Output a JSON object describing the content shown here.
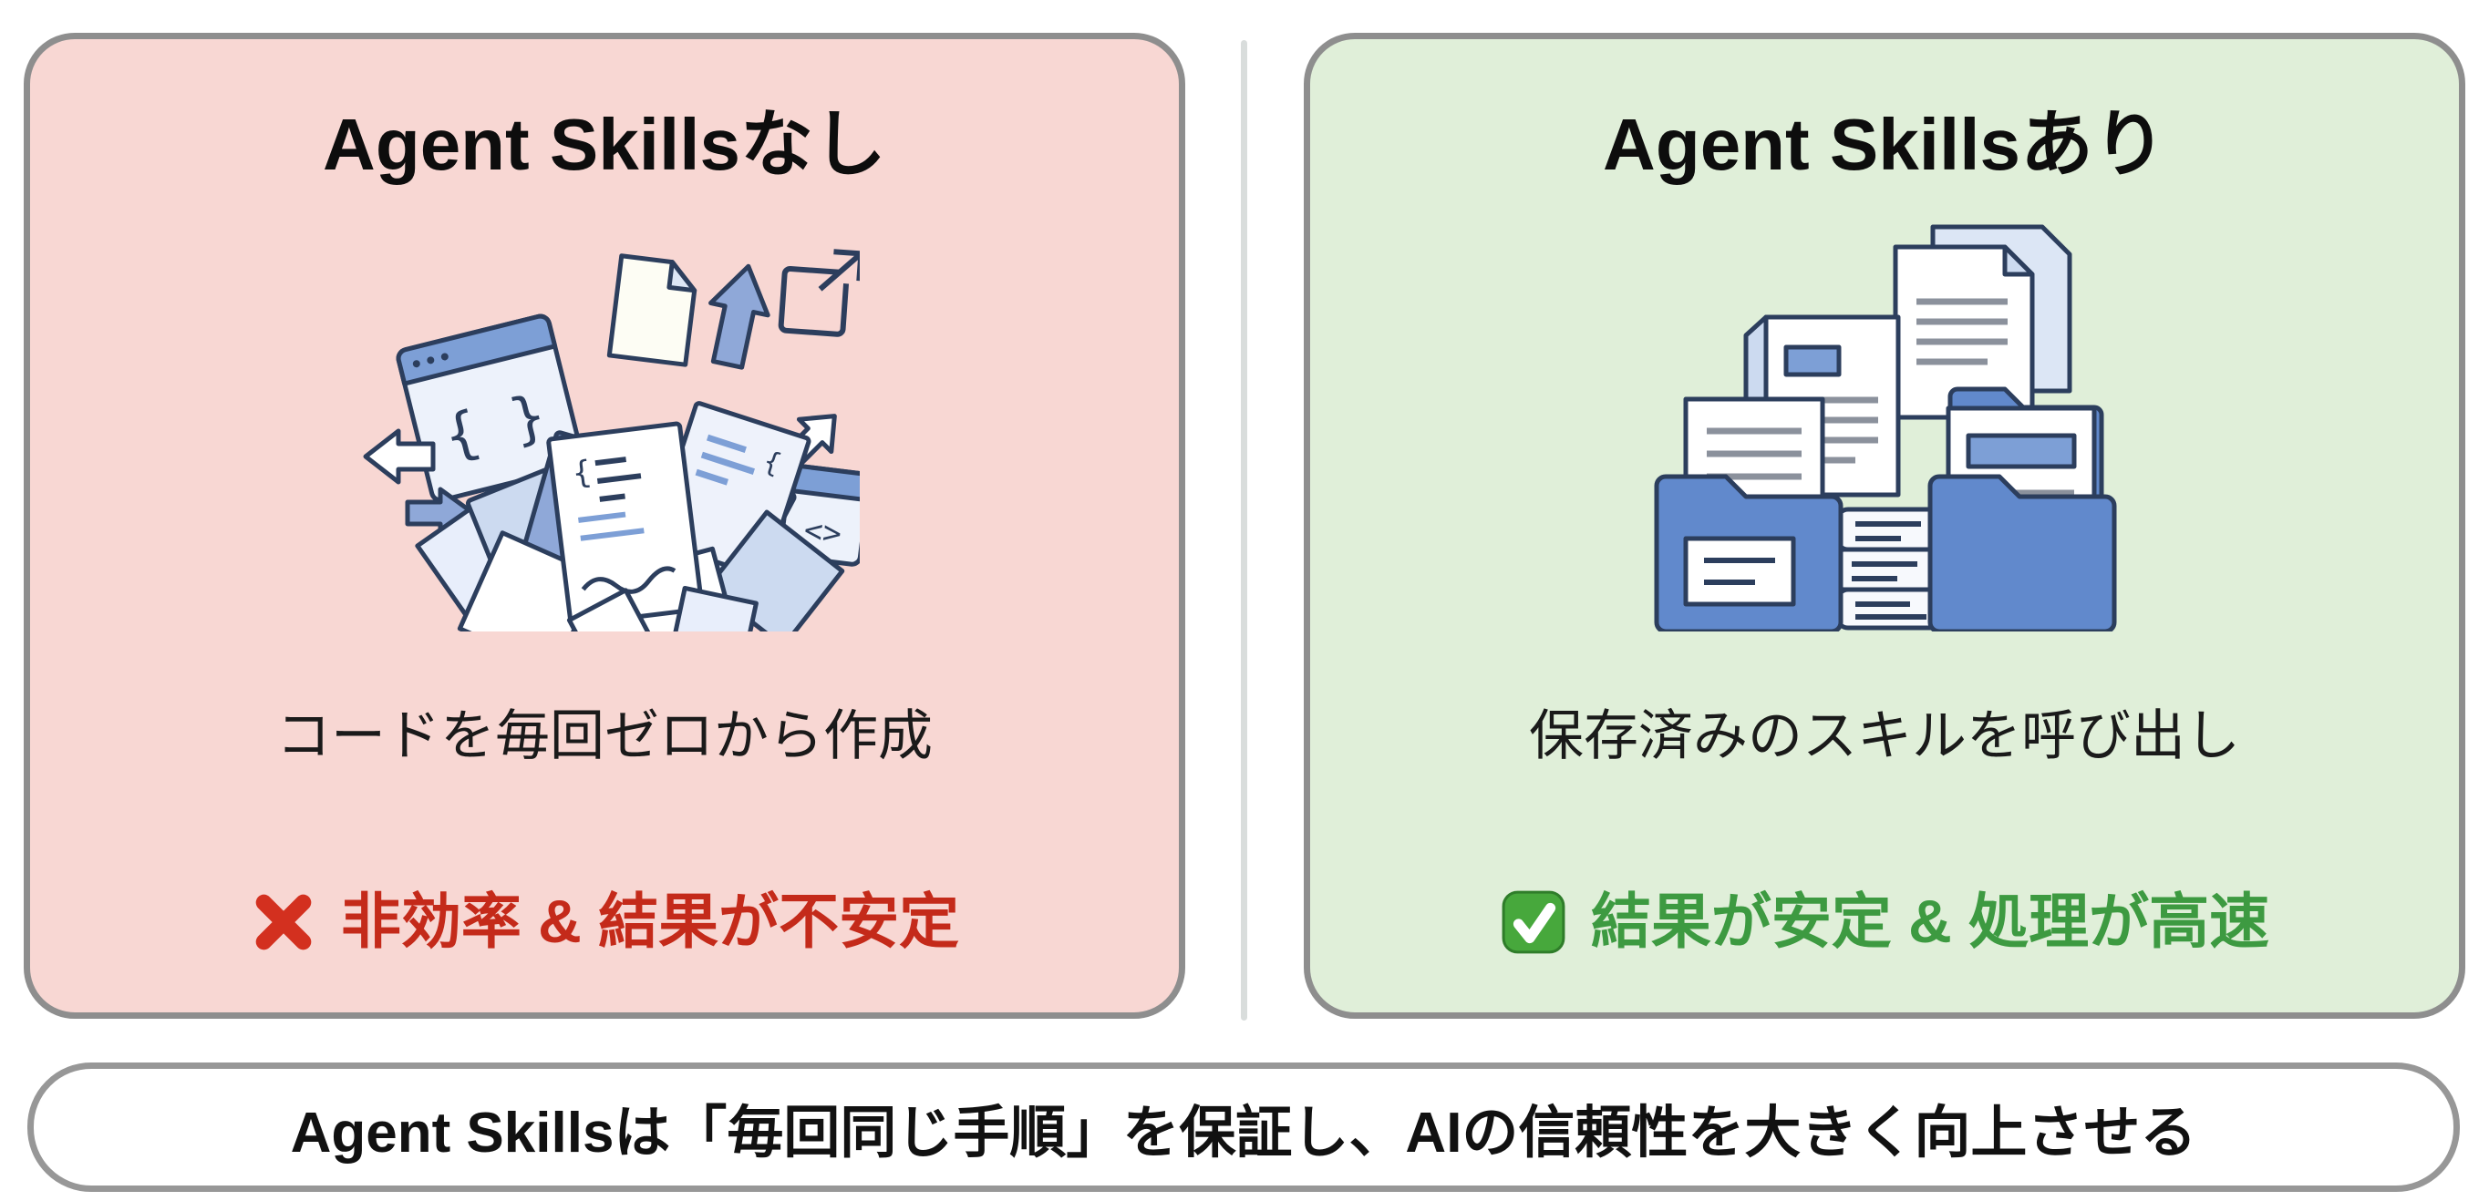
{
  "left_panel": {
    "title": "Agent Skillsなし",
    "caption": "コードを毎回ゼロから作成",
    "status": "非効率 & 結果が不安定",
    "status_icon": "cross-mark-icon",
    "status_color": "#c42a1a",
    "bg_color": "#f8d7d3",
    "illustration": "scattered-code-papers-illustration"
  },
  "right_panel": {
    "title": "Agent Skillsあり",
    "caption": "保存済みのスキルを呼び出し",
    "status": "結果が安定 & 処理が高速",
    "status_icon": "check-mark-icon",
    "status_color": "#3d9a41",
    "bg_color": "#e0efd9",
    "illustration": "organized-skill-folders-illustration"
  },
  "banner": {
    "text": "Agent Skillsは「毎回同じ手順」を保証し、AIの信頼性を大きく向上させる"
  },
  "colors": {
    "page_background": "#ffffff",
    "card_border": "#8e8e8e",
    "divider": "#d9dddc",
    "banner_border": "#979797",
    "outline_navy": "#2c3e5d",
    "illustration_blue": "#6189cc",
    "illustration_light_blue": "#ccdaf0",
    "cross_red": "#d3301f",
    "check_green": "#47a83c"
  }
}
